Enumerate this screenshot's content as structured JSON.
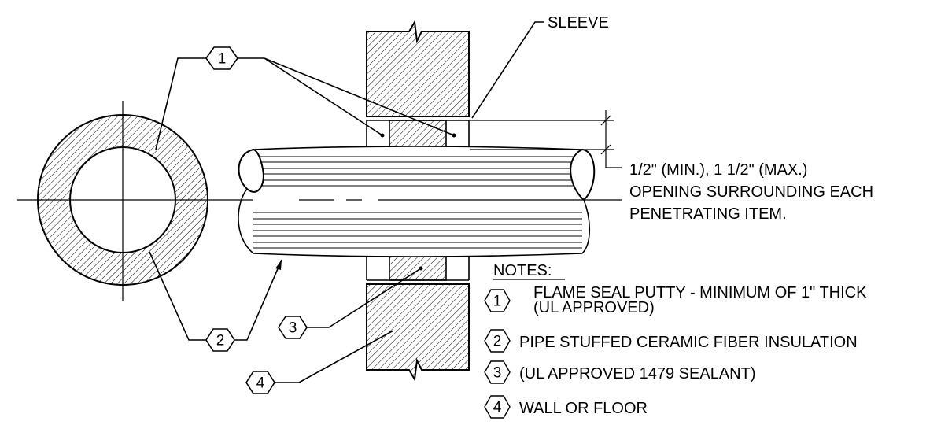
{
  "labels": {
    "sleeve": "SLEEVE",
    "dimension_line1": "1/2\" (MIN.), 1 1/2\" (MAX.)",
    "dimension_line2": "OPENING SURROUNDING EACH",
    "dimension_line3": "PENETRATING ITEM."
  },
  "notes": {
    "heading": "NOTES:",
    "items": [
      {
        "num": "1",
        "text": "FLAME SEAL PUTTY - MINIMUM OF 1\" THICK",
        "text2": "(UL APPROVED)"
      },
      {
        "num": "2",
        "text": "PIPE STUFFED CERAMIC FIBER INSULATION"
      },
      {
        "num": "3",
        "text": "(UL APPROVED 1479 SEALANT)"
      },
      {
        "num": "4",
        "text": "WALL OR FLOOR"
      }
    ]
  },
  "callouts": [
    "1",
    "2",
    "3",
    "4"
  ],
  "colors": {
    "ink": "#000000",
    "paper": "#ffffff"
  }
}
